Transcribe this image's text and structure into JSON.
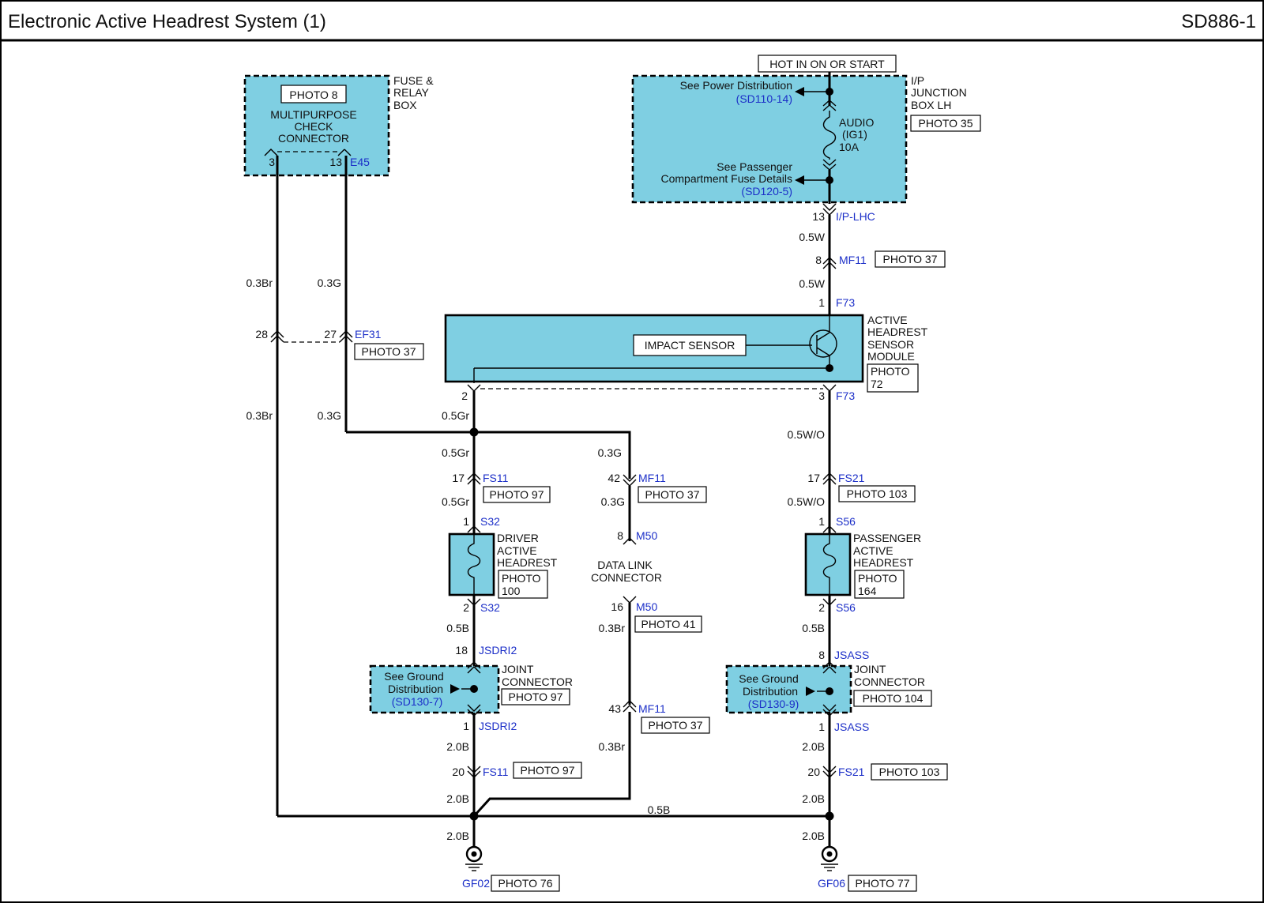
{
  "header": {
    "title": "Electronic Active Headrest System (1)",
    "code": "SD886-1"
  },
  "supply_label": "HOT IN ON OR START",
  "fuse_relay_box": {
    "photo": "PHOTO 8",
    "line1": "MULTIPURPOSE",
    "line2": "CHECK",
    "line3": "CONNECTOR",
    "side1": "FUSE &",
    "side2": "RELAY",
    "side3": "BOX",
    "pin_a": "3",
    "pin_b": "13",
    "connector": "E45"
  },
  "junction_box": {
    "side1": "I/P",
    "side2": "JUNCTION",
    "side3": "BOX LH",
    "photo": "PHOTO 35",
    "power_ref": "See Power Distribution",
    "power_code": "(SD110-14)",
    "fuse_name1": "AUDIO",
    "fuse_name2": "(IG1)",
    "fuse_rating": "10A",
    "pass_ref1": "See Passenger",
    "pass_ref2": "Compartment Fuse Details",
    "pass_code": "(SD120-5)",
    "pin": "13",
    "connector": "I/P-LHC"
  },
  "wires": {
    "w_05W_a": "0.5W",
    "w_05W_b": "0.5W",
    "w_03Br_a": "0.3Br",
    "w_03G_a": "0.3G",
    "w_03Br_b": "0.3Br",
    "w_03G_b": "0.3G",
    "w_05Gr_a": "0.5Gr",
    "w_05Gr_b": "0.5Gr",
    "w_05Gr_c": "0.5Gr",
    "w_03G_c": "0.3G",
    "w_03G_d": "0.3G",
    "w_05WO_a": "0.5W/O",
    "w_05WO_b": "0.5W/O",
    "w_05B_a": "0.5B",
    "w_05B_b": "0.5B",
    "w_03Br_c": "0.3Br",
    "w_03Br_d": "0.3Br",
    "w_20B_a": "2.0B",
    "w_20B_b": "2.0B",
    "w_20B_c": "2.0B",
    "w_20B_d": "2.0B",
    "w_20B_e": "2.0B",
    "w_20B_f": "2.0B",
    "w_05B_h": "0.5B"
  },
  "connectors": {
    "mf11_top_pin": "8",
    "mf11_top": "MF11",
    "mf11_top_photo": "PHOTO 37",
    "f73_top_pin": "1",
    "f73_top": "F73",
    "ef31_pin_a": "28",
    "ef31_pin_b": "27",
    "ef31": "EF31",
    "ef31_photo": "PHOTO 37",
    "f73_pin2": "2",
    "f73_pin3": "3",
    "f73_bot": "F73",
    "fs11_pin": "17",
    "fs11": "FS11",
    "fs11_photo": "PHOTO 97",
    "mf11_mid_pin": "42",
    "mf11_mid": "MF11",
    "mf11_mid_photo": "PHOTO 37",
    "fs21_pin": "17",
    "fs21": "FS21",
    "fs21_photo": "PHOTO 103",
    "s32_pin1": "1",
    "s32_a": "S32",
    "s32_pin2": "2",
    "s32_b": "S32",
    "m50_pin8": "8",
    "m50_a": "M50",
    "m50_pin16": "16",
    "m50_b": "M50",
    "m50_photo": "PHOTO 41",
    "s56_pin1": "1",
    "s56_a": "S56",
    "s56_pin2": "2",
    "s56_b": "S56",
    "jsdri2_pin18": "18",
    "jsdri2_a": "JSDRI2",
    "jsdri2_pin1": "1",
    "jsdri2_b": "JSDRI2",
    "jsass_pin8": "8",
    "jsass_a": "JSASS",
    "jsass_pin1": "1",
    "jsass_b": "JSASS",
    "mf11_low_pin": "43",
    "mf11_low": "MF11",
    "mf11_low_photo": "PHOTO 37",
    "fs11_low_pin": "20",
    "fs11_low": "FS11",
    "fs11_low_photo": "PHOTO 97",
    "fs21_low_pin": "20",
    "fs21_low": "FS21",
    "fs21_low_photo": "PHOTO 103"
  },
  "sensor_module": {
    "impact": "IMPACT SENSOR",
    "line1": "ACTIVE",
    "line2": "HEADREST",
    "line3": "SENSOR",
    "line4": "MODULE",
    "photo_a": "PHOTO",
    "photo_b": "72"
  },
  "driver_headrest": {
    "line1": "DRIVER",
    "line2": "ACTIVE",
    "line3": "HEADREST",
    "photo_a": "PHOTO",
    "photo_b": "100"
  },
  "passenger_headrest": {
    "line1": "PASSENGER",
    "line2": "ACTIVE",
    "line3": "HEADREST",
    "photo_a": "PHOTO",
    "photo_b": "164"
  },
  "data_link": {
    "line1": "DATA LINK",
    "line2": "CONNECTOR"
  },
  "joint_left": {
    "ref1": "See Ground",
    "ref2": "Distribution",
    "code": "(SD130-7)",
    "side1": "JOINT",
    "side2": "CONNECTOR",
    "photo": "PHOTO 97"
  },
  "joint_right": {
    "ref1": "See Ground",
    "ref2": "Distribution",
    "code": "(SD130-9)",
    "side1": "JOINT",
    "side2": "CONNECTOR",
    "photo": "PHOTO 104"
  },
  "grounds": {
    "g1": "GF02",
    "g1_photo": "PHOTO 76",
    "g2": "GF06",
    "g2_photo": "PHOTO 77"
  },
  "colors": {
    "component_fill": "#7fcfe2",
    "code_text": "#1c2fc8"
  }
}
